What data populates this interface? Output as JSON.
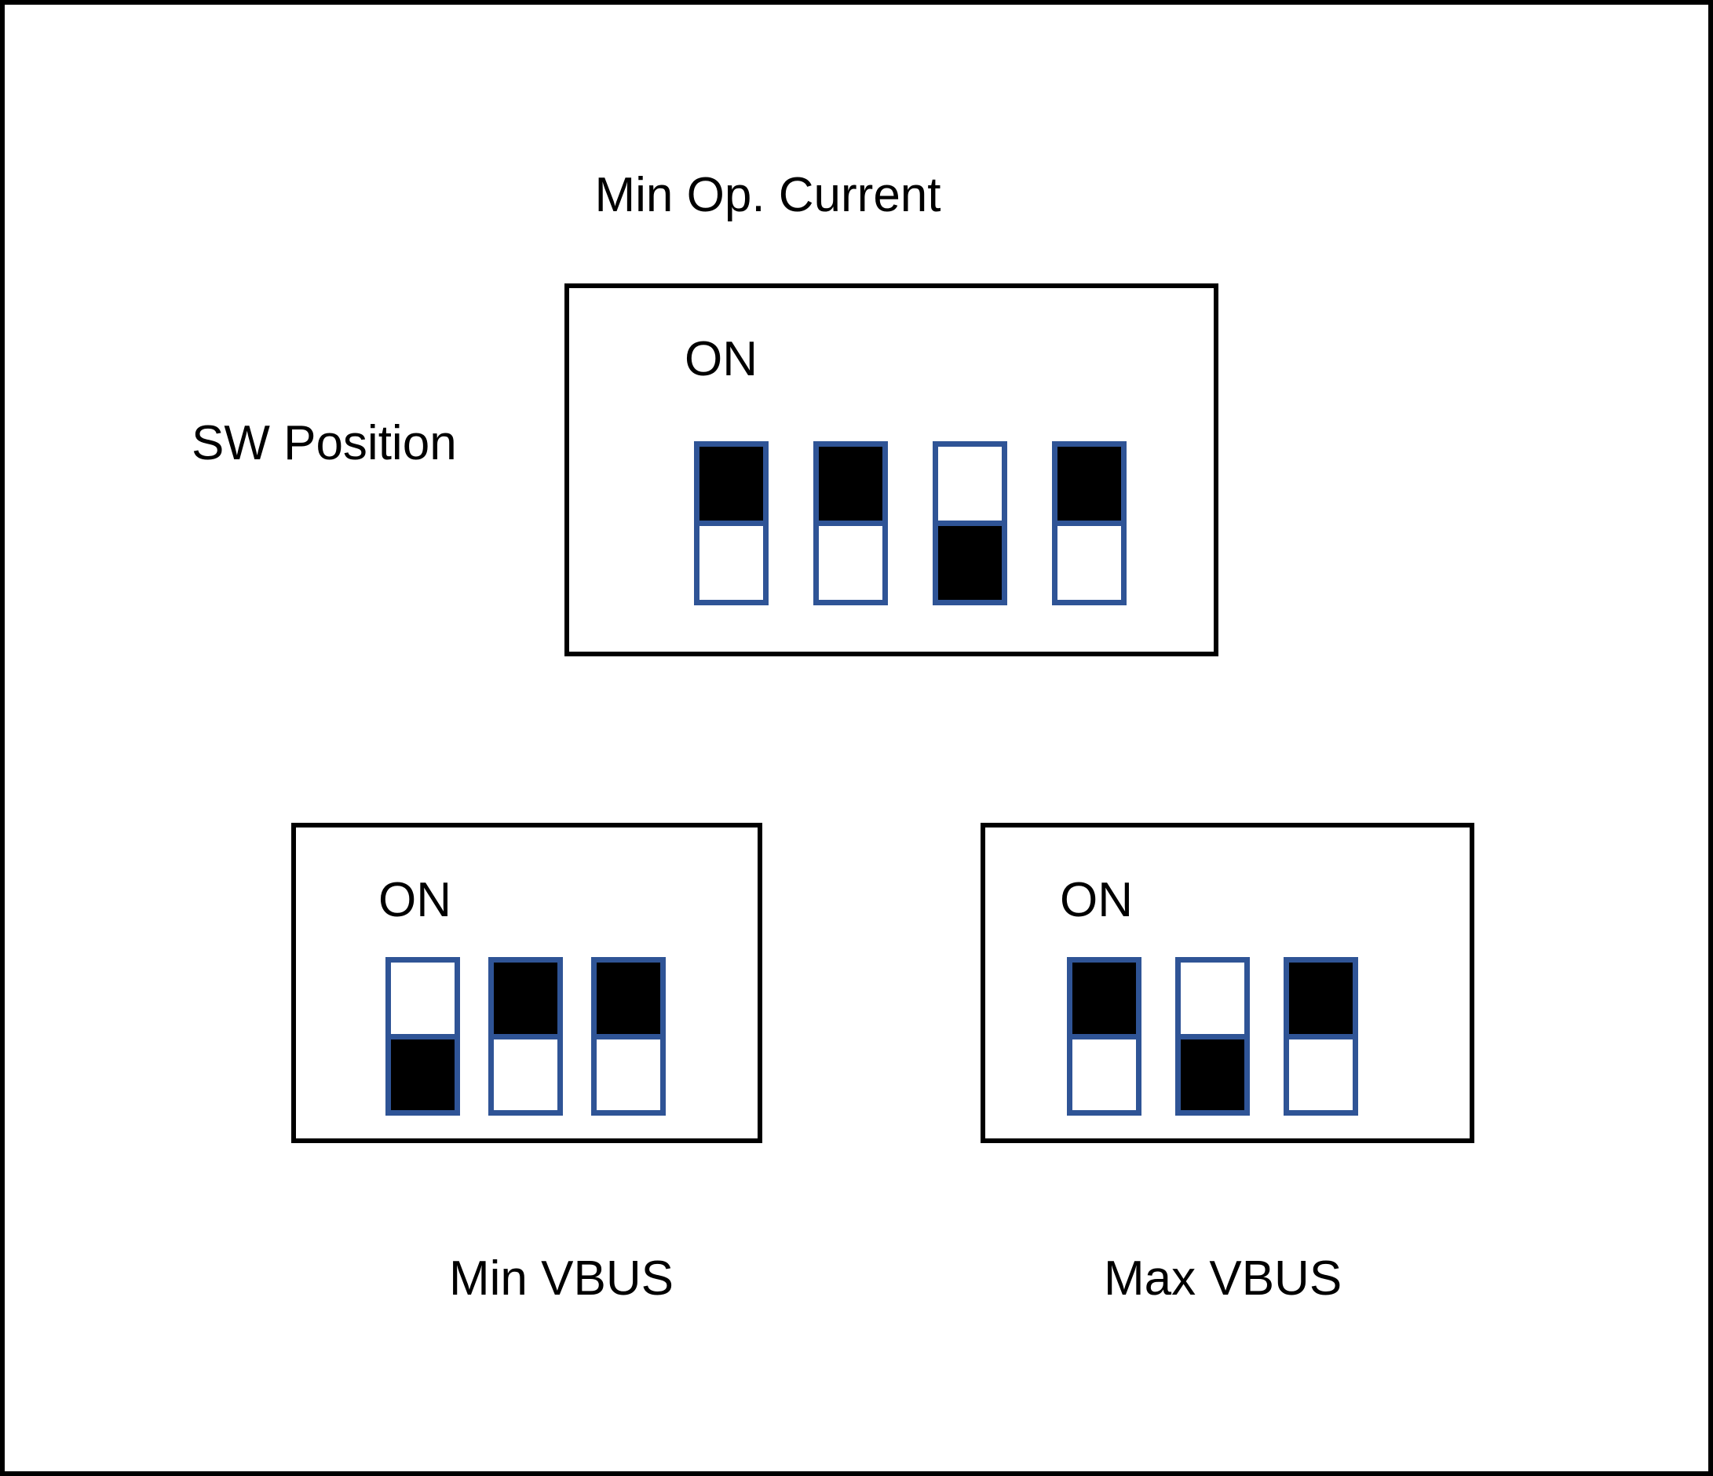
{
  "diagram": {
    "title": "Min Op. Current",
    "row_label": "SW Position",
    "on_label": "ON",
    "accent_color": "#2F5496",
    "filled_color": "#000000",
    "frame_color": "#000000",
    "background_color": "#FFFFFF"
  },
  "packages": [
    {
      "id": "min-op-current",
      "caption_above": "Min Op. Current",
      "caption_below": "",
      "on_label": "ON",
      "switch_count": 4,
      "switches": [
        {
          "index": 1,
          "position": "up",
          "state": "on"
        },
        {
          "index": 2,
          "position": "up",
          "state": "on"
        },
        {
          "index": 3,
          "position": "down",
          "state": "off"
        },
        {
          "index": 4,
          "position": "up",
          "state": "on"
        }
      ]
    },
    {
      "id": "min-vbus",
      "caption_above": "",
      "caption_below": "Min VBUS",
      "on_label": "ON",
      "switch_count": 3,
      "switches": [
        {
          "index": 1,
          "position": "down",
          "state": "off"
        },
        {
          "index": 2,
          "position": "up",
          "state": "on"
        },
        {
          "index": 3,
          "position": "up",
          "state": "on"
        }
      ]
    },
    {
      "id": "max-vbus",
      "caption_above": "",
      "caption_below": "Max VBUS",
      "on_label": "ON",
      "switch_count": 3,
      "switches": [
        {
          "index": 1,
          "position": "up",
          "state": "on"
        },
        {
          "index": 2,
          "position": "down",
          "state": "off"
        },
        {
          "index": 3,
          "position": "up",
          "state": "on"
        }
      ]
    }
  ]
}
